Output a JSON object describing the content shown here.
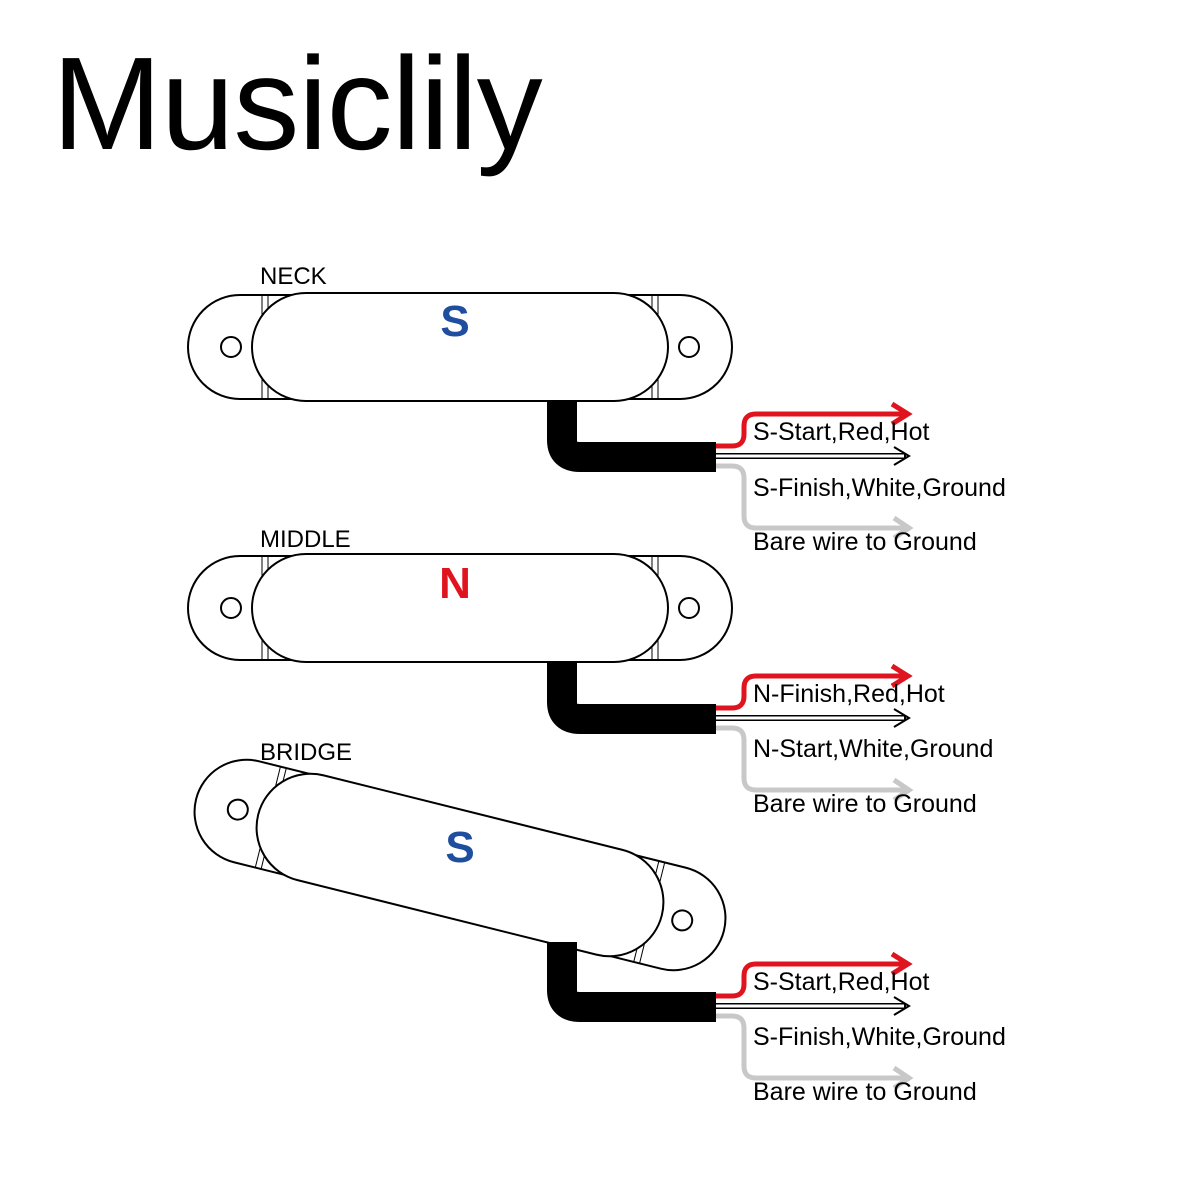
{
  "brand": "Musiclily",
  "colors": {
    "south_pole": "#1f4e9e",
    "north_pole": "#e0141e",
    "red_wire": "#e0141e",
    "white_wire": "#ffffff",
    "bare_wire": "#c8c8c8",
    "cable": "#000000"
  },
  "pickups": [
    {
      "position": "NECK",
      "polarity": "S",
      "wires": [
        "S-Start,Red,Hot",
        "S-Finish,White,Ground",
        "Bare wire to Ground"
      ]
    },
    {
      "position": "MIDDLE",
      "polarity": "N",
      "wires": [
        "N-Finish,Red,Hot",
        "N-Start,White,Ground",
        "Bare wire to Ground"
      ]
    },
    {
      "position": "BRIDGE",
      "polarity": "S",
      "wires": [
        "S-Start,Red,Hot",
        "S-Finish,White,Ground",
        "Bare wire to Ground"
      ]
    }
  ]
}
